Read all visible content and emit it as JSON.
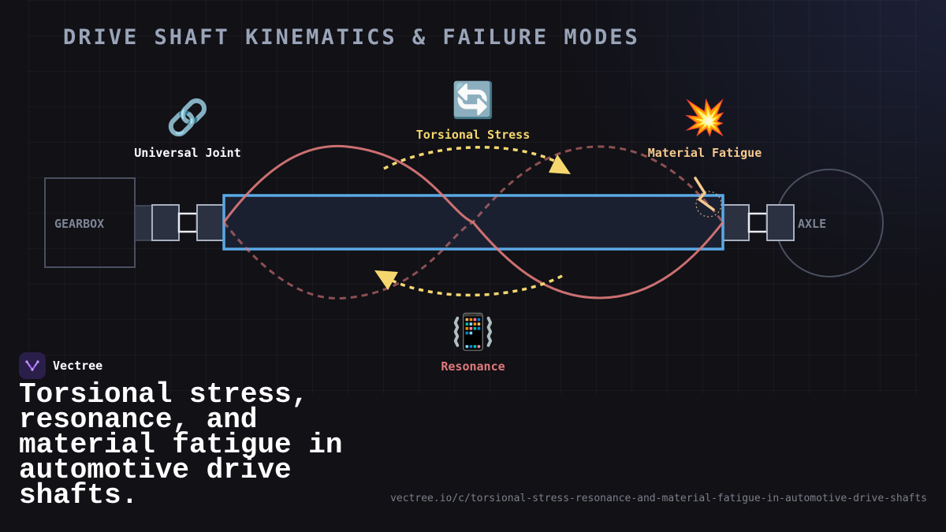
{
  "title": "DRIVE SHAFT KINEMATICS & FAILURE MODES",
  "components": {
    "gearbox": "GEARBOX",
    "axle": "AXLE"
  },
  "callouts": {
    "universal_joint": {
      "icon": "link-icon",
      "emoji": "🔗",
      "label": "Universal Joint",
      "color": "#ffffff"
    },
    "torsional_stress": {
      "icon": "rotation-arrows-icon",
      "emoji": "🔄",
      "label": "Torsional Stress",
      "color": "#f5d76e"
    },
    "material_fatigue": {
      "icon": "collision-icon",
      "emoji": "💥",
      "label": "Material Fatigue",
      "color": "#f6c98e"
    },
    "resonance": {
      "icon": "vibrating-phone-icon",
      "emoji": "📳",
      "label": "Resonance",
      "color": "#e07a7a"
    }
  },
  "brand": {
    "name": "Vectree",
    "icon": "vectree-logo-icon"
  },
  "headline": "Torsional stress, resonance, and material fatigue in automotive drive shafts.",
  "url": "vectree.io/c/torsional-stress-resonance-and-material-fatigue-in-automotive-drive-shafts",
  "colors": {
    "shaft_stroke": "#5aa9e6",
    "shaft_fill": "#1b2030",
    "wave": "#e07a7a",
    "torsion_arrow": "#f5d76e",
    "crack": "#f6c98e",
    "component_stroke": "#4a5060",
    "joint_fill": "#2b3140",
    "joint_stroke": "#a8b0c0"
  }
}
